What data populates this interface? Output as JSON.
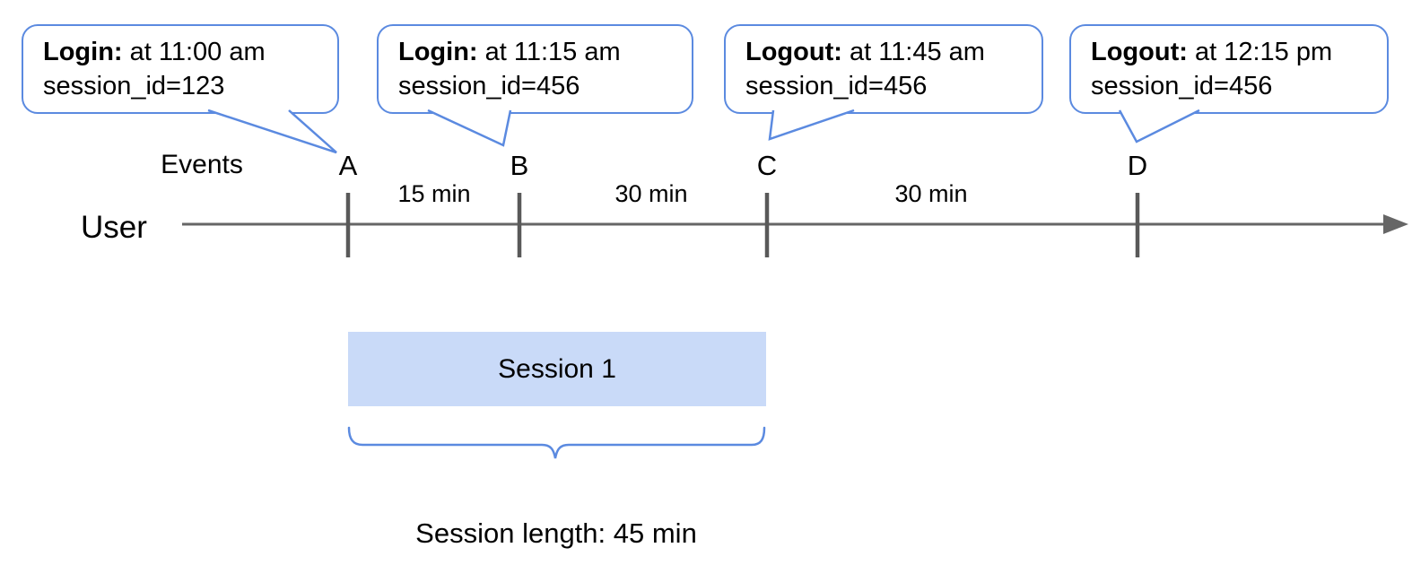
{
  "colors": {
    "accent_blue": "#5b8ae0",
    "box_fill": "#c9daf8",
    "line_gray": "#666666",
    "tick_gray": "#595959",
    "text": "#000000"
  },
  "bubbles": [
    {
      "event": "Login:",
      "time": " at 11:00 am",
      "session": "session_id=123",
      "points_to": "A"
    },
    {
      "event": "Login:",
      "time": " at 11:15 am",
      "session": "session_id=456",
      "points_to": "B"
    },
    {
      "event": "Logout:",
      "time": " at 11:45 am",
      "session": "session_id=456",
      "points_to": "C"
    },
    {
      "event": "Logout:",
      "time": " at 12:15 pm",
      "session": "session_id=456",
      "points_to": "D"
    }
  ],
  "timeline": {
    "axis_label": "User",
    "events_label": "Events",
    "events": [
      {
        "letter": "A"
      },
      {
        "letter": "B"
      },
      {
        "letter": "C"
      },
      {
        "letter": "D"
      }
    ],
    "intervals": [
      {
        "label": "15 min"
      },
      {
        "label": "30 min"
      },
      {
        "label": "30 min"
      }
    ]
  },
  "session": {
    "box_label": "Session 1",
    "length_label": "Session length: 45 min"
  }
}
